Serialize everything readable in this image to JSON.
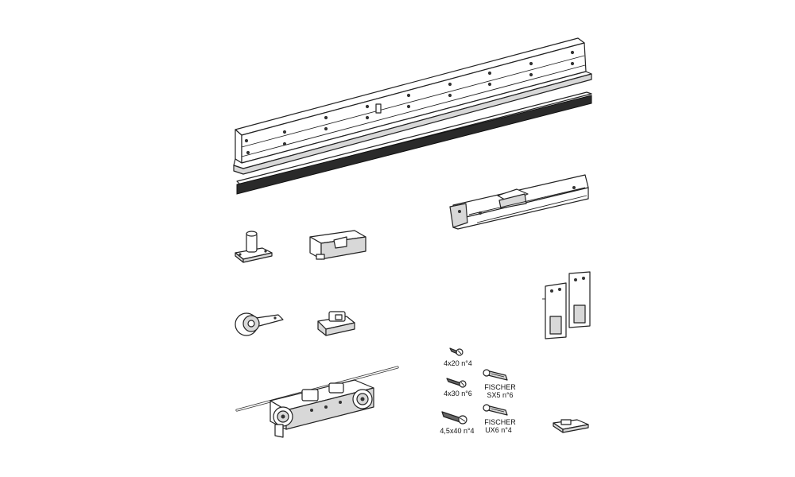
{
  "figure": {
    "labels": {
      "screw_4x20": "4x20 n°4",
      "screw_4x30": "4x30 n°6",
      "screw_45x40": "4,5x40 n°4",
      "plug_sx5_line1": "FISCHER",
      "plug_sx5_line2": "SX5 n°6",
      "plug_ux6_line1": "FISCHER",
      "plug_ux6_line2": "UX6 n°4"
    }
  }
}
